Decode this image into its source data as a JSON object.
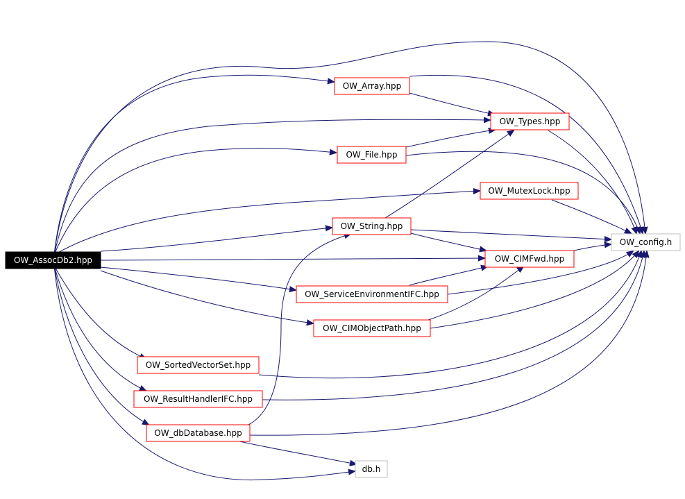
{
  "diagram": {
    "type": "include-dependency-graph",
    "colors": {
      "edge": "#191970",
      "node_border": "#ff0000",
      "external_border": "#bfbfbf",
      "root_fill": "#000000",
      "root_text": "#ffffff"
    },
    "nodes": [
      {
        "id": "assocdb2",
        "label": "OW_AssocDb2.hpp",
        "kind": "root"
      },
      {
        "id": "array",
        "label": "OW_Array.hpp",
        "kind": "file"
      },
      {
        "id": "types",
        "label": "OW_Types.hpp",
        "kind": "file"
      },
      {
        "id": "file",
        "label": "OW_File.hpp",
        "kind": "file"
      },
      {
        "id": "mutexlock",
        "label": "OW_MutexLock.hpp",
        "kind": "file"
      },
      {
        "id": "string",
        "label": "OW_String.hpp",
        "kind": "file"
      },
      {
        "id": "config",
        "label": "OW_config.h",
        "kind": "external"
      },
      {
        "id": "cimfwd",
        "label": "OW_CIMFwd.hpp",
        "kind": "file"
      },
      {
        "id": "serviceenv",
        "label": "OW_ServiceEnvironmentIFC.hpp",
        "kind": "file"
      },
      {
        "id": "cimobjpath",
        "label": "OW_CIMObjectPath.hpp",
        "kind": "file"
      },
      {
        "id": "sortedvec",
        "label": "OW_SortedVectorSet.hpp",
        "kind": "file"
      },
      {
        "id": "resulthandler",
        "label": "OW_ResultHandlerIFC.hpp",
        "kind": "file"
      },
      {
        "id": "dbdatabase",
        "label": "OW_dbDatabase.hpp",
        "kind": "file"
      },
      {
        "id": "dbh",
        "label": "db.h",
        "kind": "external"
      }
    ],
    "edges": [
      [
        "assocdb2",
        "array"
      ],
      [
        "assocdb2",
        "types"
      ],
      [
        "assocdb2",
        "file"
      ],
      [
        "assocdb2",
        "mutexlock"
      ],
      [
        "assocdb2",
        "string"
      ],
      [
        "assocdb2",
        "cimfwd"
      ],
      [
        "assocdb2",
        "serviceenv"
      ],
      [
        "assocdb2",
        "cimobjpath"
      ],
      [
        "assocdb2",
        "sortedvec"
      ],
      [
        "assocdb2",
        "resulthandler"
      ],
      [
        "assocdb2",
        "dbdatabase"
      ],
      [
        "assocdb2",
        "dbh"
      ],
      [
        "assocdb2",
        "config"
      ],
      [
        "array",
        "types"
      ],
      [
        "array",
        "config"
      ],
      [
        "file",
        "types"
      ],
      [
        "file",
        "config"
      ],
      [
        "types",
        "config"
      ],
      [
        "mutexlock",
        "config"
      ],
      [
        "string",
        "types"
      ],
      [
        "string",
        "config"
      ],
      [
        "string",
        "cimfwd"
      ],
      [
        "cimfwd",
        "config"
      ],
      [
        "serviceenv",
        "cimfwd"
      ],
      [
        "serviceenv",
        "config"
      ],
      [
        "cimobjpath",
        "cimfwd"
      ],
      [
        "cimobjpath",
        "config"
      ],
      [
        "sortedvec",
        "config"
      ],
      [
        "resulthandler",
        "config"
      ],
      [
        "dbdatabase",
        "string"
      ],
      [
        "dbdatabase",
        "config"
      ],
      [
        "dbdatabase",
        "dbh"
      ]
    ]
  }
}
